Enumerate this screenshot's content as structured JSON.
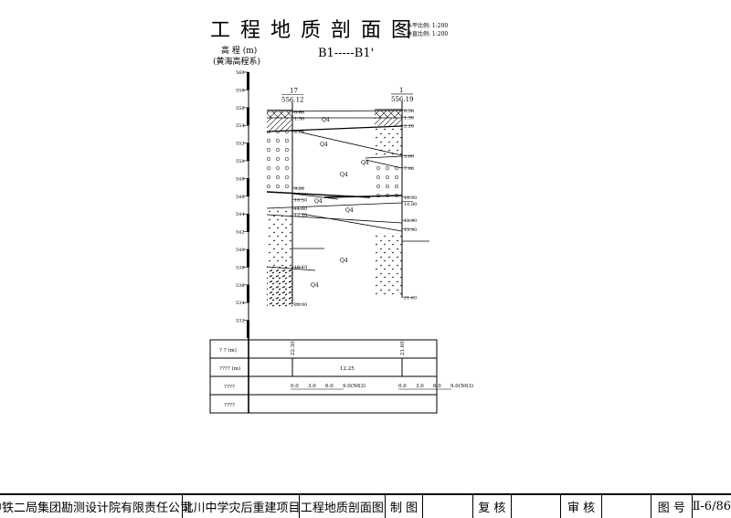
{
  "title": "工 程 地 质 剖 面 图",
  "scale_h": "水平比例: 1:200",
  "scale_v": "垂直比例: 1:200",
  "section": "B1-----B1'",
  "axis_label": "高 程 (m)",
  "axis_sublabel": "(黄海高程系)",
  "elevations": [
    560,
    558,
    556,
    554,
    552,
    550,
    548,
    546,
    544,
    542,
    540,
    538,
    536,
    534,
    532
  ],
  "boreholes": [
    {
      "id": "17",
      "elevation": "556.12",
      "depths": [
        "0.60",
        "1.30",
        "2.80",
        "9.20",
        "10.50",
        "11.50",
        "12.10",
        "18.10",
        "22.30"
      ],
      "total": "22.30"
    },
    {
      "id": "1",
      "elevation": "556.19",
      "depths": [
        "0.50",
        "1.30",
        "2.20",
        "5.60",
        "7.00",
        "10.30",
        "10.80",
        "12.90",
        "13.90",
        "21.60"
      ],
      "total": "21.60"
    }
  ],
  "layers": [
    "Q4",
    "Q4",
    "Q4",
    "Q4",
    "Q4",
    "Q4",
    "Q4",
    "Q4"
  ],
  "table": {
    "rows": [
      "? ? (m)",
      "???? (m)",
      "????",
      "????"
    ],
    "depths": [
      "22.30",
      "21.60"
    ],
    "distance": "12.25",
    "scale_ticks": [
      "0.0",
      "3.0",
      "6.0",
      "9.0"
    ],
    "scale_unit": "(N63)"
  },
  "title_block": {
    "company": "中铁二局集团勘测设计院有限责任公司",
    "project": "北川中学灾后重建项目",
    "drawing": "工程地质剖面图",
    "drawn": "制 图",
    "checked": "复 核",
    "reviewed": "审 核",
    "number_label": "图 号",
    "number": "Ⅱ-6/86"
  }
}
